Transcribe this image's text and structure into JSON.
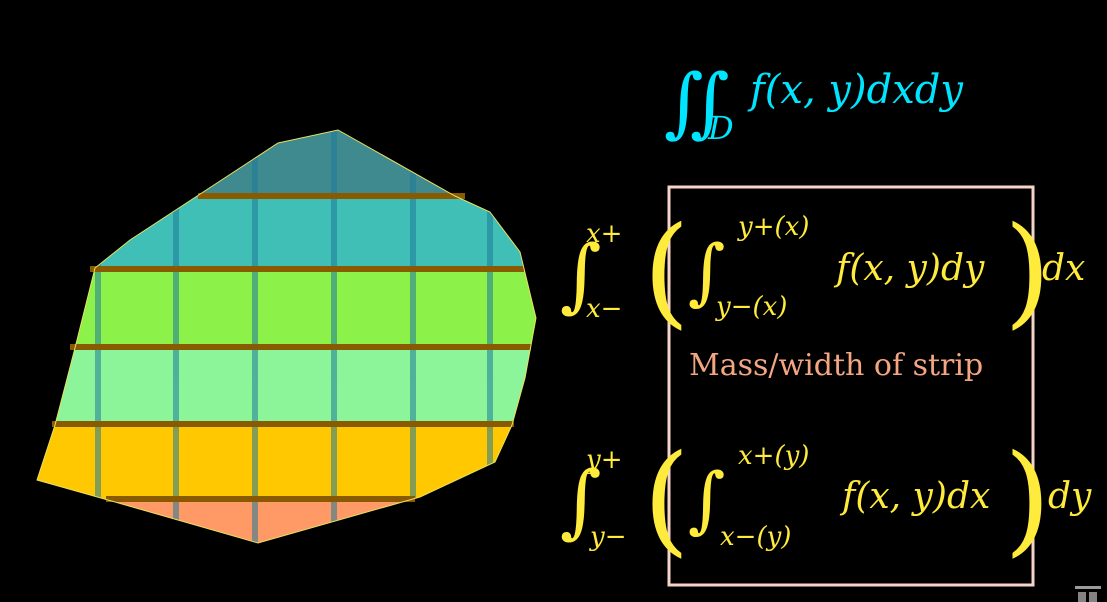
{
  "formulas": {
    "double_integral": {
      "region": "D",
      "integrand": "f(x, y)dxdy",
      "color": "#00e5ff"
    },
    "x_first": {
      "outer_upper": "x+",
      "outer_lower": "x−",
      "inner_upper": "y+(x)",
      "inner_lower": "y−(x)",
      "integrand": "f(x, y)dy",
      "outer_differential": "dx",
      "color": "#ffeb3b"
    },
    "y_first": {
      "outer_upper": "y+",
      "outer_lower": "y−",
      "inner_upper": "x+(y)",
      "inner_lower": "x−(y)",
      "integrand": "f(x, y)dx",
      "outer_differential": "dy",
      "color": "#ffeb3b"
    }
  },
  "annotation": {
    "text": "Mass/width of strip",
    "color": "#f4a582"
  },
  "highlight_box": {
    "color": "#f6d5c8"
  },
  "region": {
    "band_colors": [
      "#3f8a8e",
      "#3fbfb5",
      "#8cf24a",
      "#8cf59a",
      "#ffc800",
      "#ff9966"
    ],
    "strip_color": "#8a5a00",
    "grid_color": "#2a7fb0"
  },
  "corner_icon": "watermark-icon"
}
